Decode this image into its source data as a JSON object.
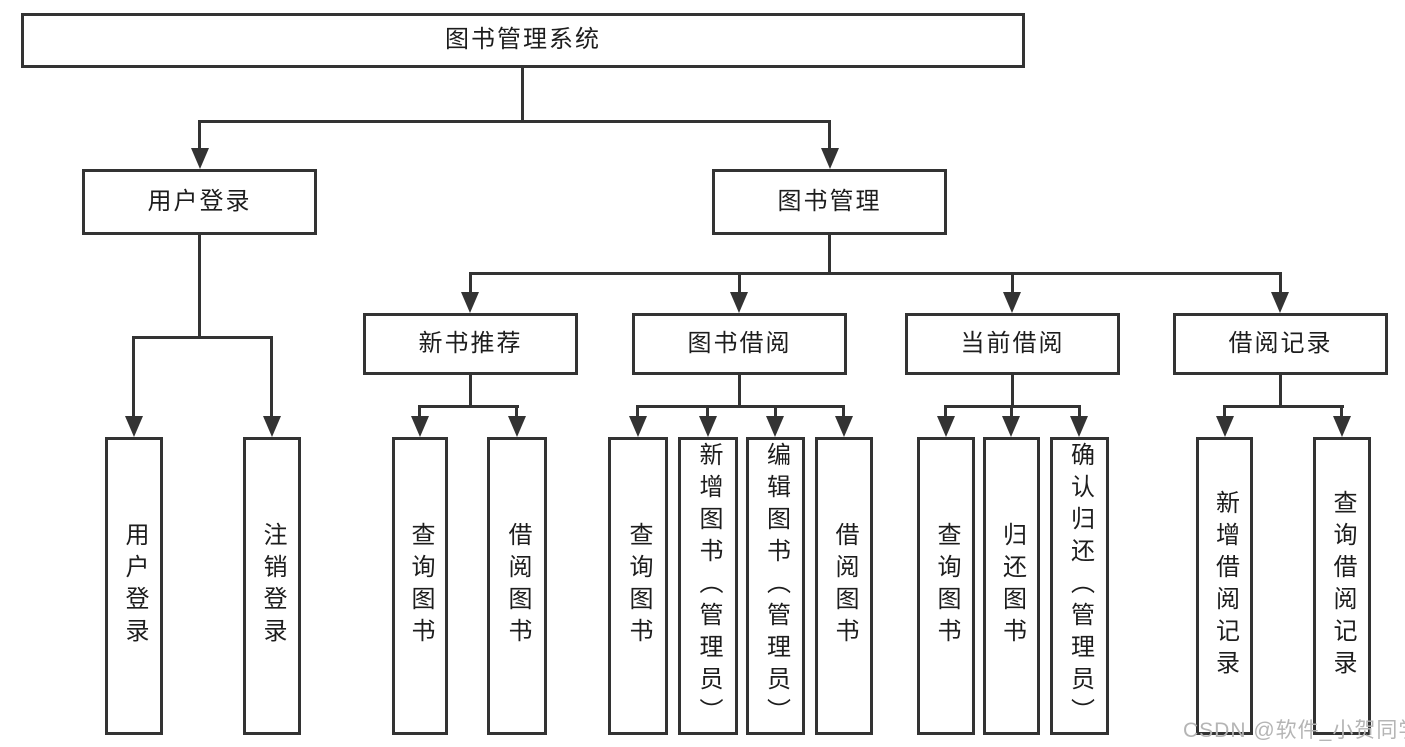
{
  "tree": {
    "root": {
      "label": "图书管理系统"
    },
    "children": [
      {
        "label": "用户登录",
        "children": [
          {
            "label": "用户登录"
          },
          {
            "label": "注销登录"
          }
        ]
      },
      {
        "label": "图书管理",
        "children": [
          {
            "label": "新书推荐",
            "children": [
              {
                "label": "查询图书"
              },
              {
                "label": "借阅图书"
              }
            ]
          },
          {
            "label": "图书借阅",
            "children": [
              {
                "label": "查询图书"
              },
              {
                "label": "新增图书（管理员）"
              },
              {
                "label": "编辑图书（管理员）"
              },
              {
                "label": "借阅图书"
              }
            ]
          },
          {
            "label": "当前借阅",
            "children": [
              {
                "label": "查询图书"
              },
              {
                "label": "归还图书"
              },
              {
                "label": "确认归还（管理员）"
              }
            ]
          },
          {
            "label": "借阅记录",
            "children": [
              {
                "label": "新增借阅记录"
              },
              {
                "label": "查询借阅记录"
              }
            ]
          }
        ]
      }
    ]
  },
  "watermark": {
    "text": "CSDN @软件_小贺同学"
  },
  "colors": {
    "line": "#333333",
    "text": "#1d1d1d",
    "watermark": "#b5b5b5",
    "background": "#ffffff"
  }
}
